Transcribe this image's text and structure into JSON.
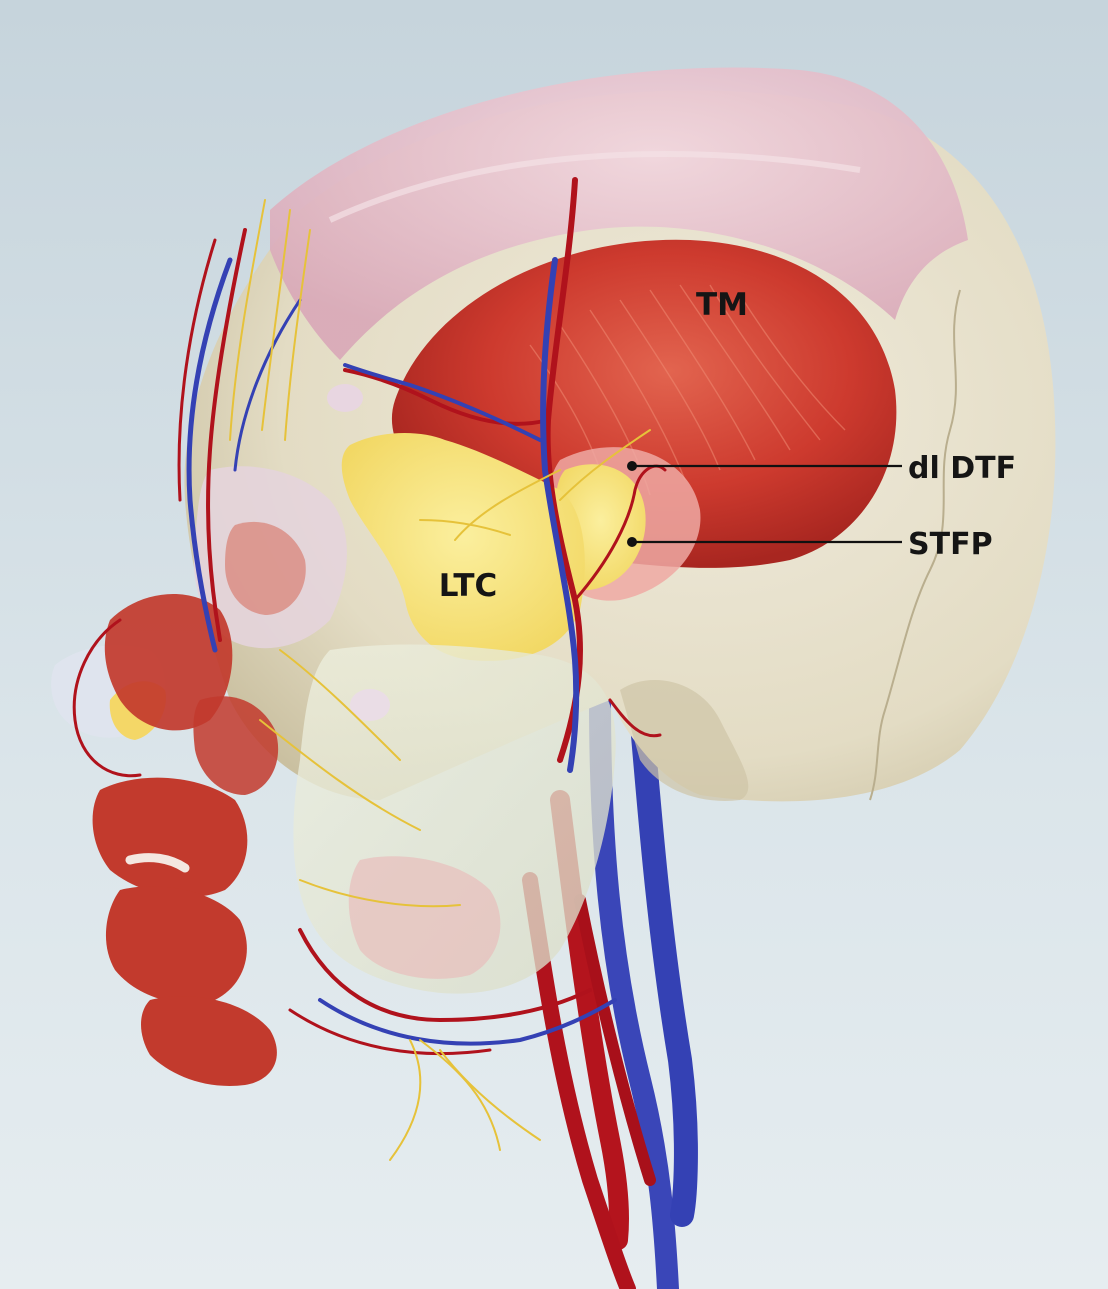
{
  "labels": {
    "tm": "TM",
    "dl_dtf": "dl DTF",
    "stfp": "STFP",
    "ltc": "LTC"
  },
  "colors": {
    "background_top": "#c9d7df",
    "background_bottom": "#e4ecf0",
    "bone": "#e7e1cc",
    "bone_shadow": "#cfc6aa",
    "galea": "#e8bfcb",
    "muscle": "#c8322b",
    "muscle_light": "#e06a56",
    "fat_pad": "#f6e27a",
    "artery": "#b0121c",
    "vein": "#3441b4",
    "nerve": "#e6c23a",
    "cartilage": "#dcdde8",
    "leader": "#111111"
  }
}
